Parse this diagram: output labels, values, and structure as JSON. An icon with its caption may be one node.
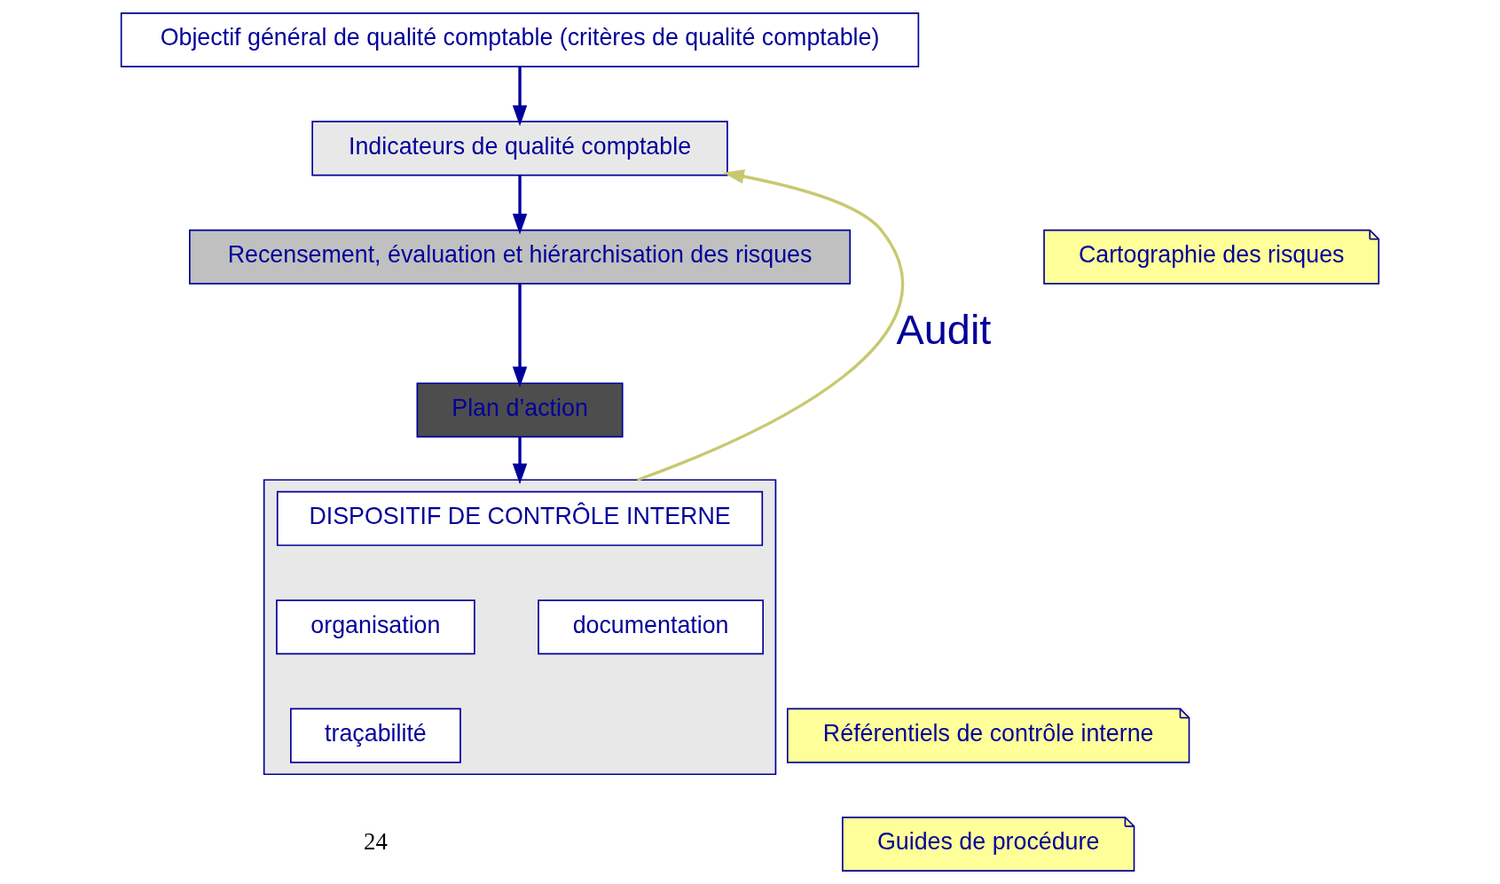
{
  "diagram": {
    "nodes": [
      {
        "text": [
          "Objectif général de qualité comptable (critères de qualité comptable)"
        ]
      },
      {
        "text": [
          "Indicateurs de qualité comptable"
        ]
      },
      {
        "text": [
          "Recensement, évaluation et hiérarchisation des risques"
        ]
      },
      {
        "text": [
          "Cartographie des risques"
        ]
      },
      {
        "text": [
          "Plan d’action"
        ]
      },
      {
        "text": [],
        "shape": "box"
      },
      {
        "text": [
          "DISPOSITIF DE CONTRÔLE INTERNE"
        ],
        "in": 5
      },
      {
        "text": [
          "organisation"
        ],
        "in": 5
      },
      {
        "text": [
          "documentation"
        ],
        "in": 5
      },
      {
        "text": [
          "traçabilité"
        ],
        "in": 5
      },
      {
        "text": [
          "Référentiels de contrôle interne"
        ]
      },
      {
        "text": [
          "Guides de procédure"
        ]
      }
    ],
    "edges": [
      {
        "from": 0,
        "to": 1,
        "arrow": "to"
      },
      {
        "from": 1,
        "to": 2,
        "arrow": "to"
      },
      {
        "from": 2,
        "to": 4,
        "arrow": "to"
      },
      {
        "from": 4,
        "to": 5,
        "arrow": "to"
      },
      {
        "from": 5,
        "to": 1,
        "label": "Audit",
        "arrow": "to",
        "color": "#c8c870"
      }
    ],
    "labels": [
      "24"
    ]
  }
}
